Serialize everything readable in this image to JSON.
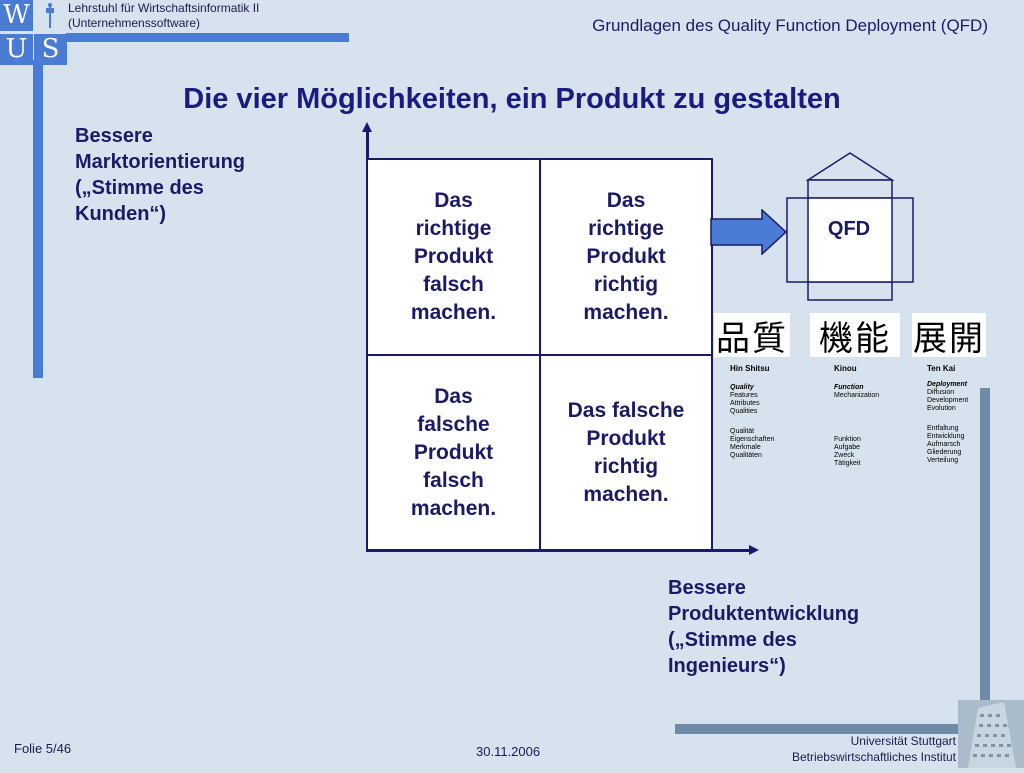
{
  "logo": {
    "letters": [
      "W",
      "U",
      "S"
    ]
  },
  "header": {
    "chair_line1": "Lehrstuhl für Wirtschaftsinformatik II",
    "chair_line2": "(Unternehmenssoftware)",
    "topic": "Grundlagen des Quality Function Deployment (QFD)"
  },
  "title": "Die vier Möglichkeiten, ein Produkt zu gestalten",
  "y_axis_label": [
    "Bessere",
    "Marktorientierung",
    "(„Stimme des",
    "Kunden“)"
  ],
  "x_axis_label": [
    "Bessere",
    "Produktentwicklung",
    "(„Stimme des",
    "Ingenieurs“)"
  ],
  "matrix": {
    "top_left": [
      "Das",
      "richtige",
      "Produkt",
      "falsch",
      "machen."
    ],
    "top_right": [
      "Das",
      "richtige",
      "Produkt",
      "richtig",
      "machen."
    ],
    "bottom_left": [
      "Das",
      "falsche",
      "Produkt",
      "falsch",
      "machen."
    ],
    "bottom_right": [
      "Das falsche",
      "Produkt",
      "richtig",
      "machen."
    ]
  },
  "qfd_box": {
    "label": "QFD"
  },
  "kanji": [
    {
      "chars": "品質",
      "reading": "Hin Shitsu",
      "english_head": "Quality",
      "english": [
        "Features",
        "Attributes",
        "Qualities"
      ],
      "german": [
        "Qualität",
        "Eigenschaften",
        "Merkmale",
        "Qualitäten"
      ]
    },
    {
      "chars": "機能",
      "reading": "Kinou",
      "english_head": "Function",
      "english": [
        "Mechanization"
      ],
      "german": [
        "Funktion",
        "Aufgabe",
        "Zweck",
        "Tätigkeit"
      ]
    },
    {
      "chars": "展開",
      "reading": "Ten Kai",
      "english_head": "Deployment",
      "english": [
        "Diffusion",
        "Development",
        "Evolution"
      ],
      "german": [
        "Entfaltung",
        "Entwicklung",
        "Aufmarsch",
        "Gliederung",
        "Verteilung"
      ]
    }
  ],
  "footer": {
    "slide": "Folie 5/46",
    "date": "30.11.2006",
    "university": "Universität Stuttgart",
    "institute": "Betriebswirtschaftliches Institut"
  },
  "colors": {
    "accent": "#4a7cd6",
    "text": "#1a1a66",
    "arrow": "#4a7cd6",
    "background": "#d6e3ee"
  }
}
